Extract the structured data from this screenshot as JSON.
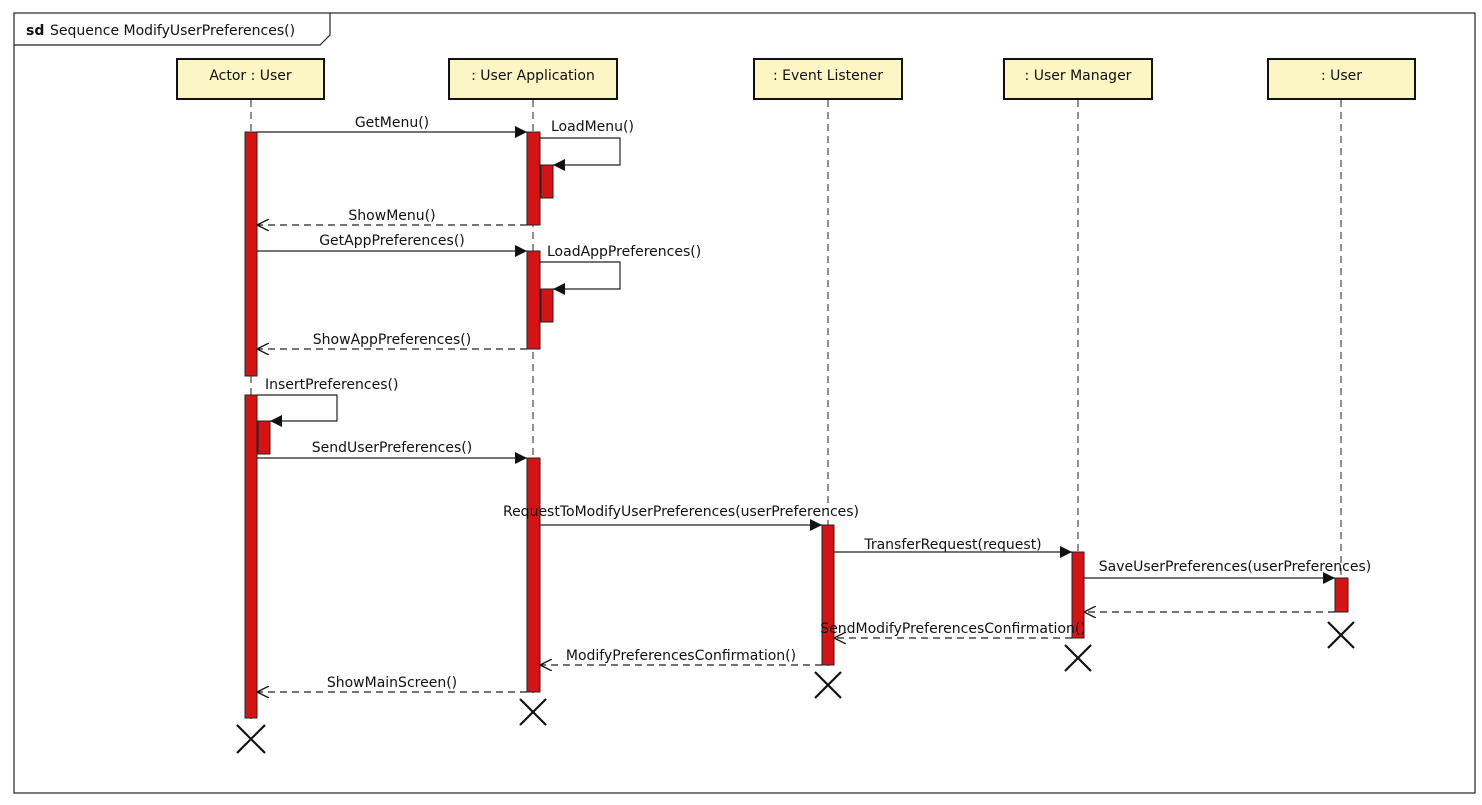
{
  "frame": {
    "keyword": "sd",
    "title": "Sequence ModifyUserPreferences()"
  },
  "lifelines": [
    {
      "id": "actor",
      "label": "Actor : User"
    },
    {
      "id": "app",
      "label": ": User Application"
    },
    {
      "id": "listener",
      "label": ": Event Listener"
    },
    {
      "id": "manager",
      "label": ": User Manager"
    },
    {
      "id": "user",
      "label": ": User"
    }
  ],
  "messages": [
    {
      "id": "m1",
      "label": "GetMenu()",
      "kind": "sync"
    },
    {
      "id": "m2",
      "label": "LoadMenu()",
      "kind": "self"
    },
    {
      "id": "m3",
      "label": "ShowMenu()",
      "kind": "return"
    },
    {
      "id": "m4",
      "label": "GetAppPreferences()",
      "kind": "sync"
    },
    {
      "id": "m5",
      "label": "LoadAppPreferences()",
      "kind": "self"
    },
    {
      "id": "m6",
      "label": "ShowAppPreferences()",
      "kind": "return"
    },
    {
      "id": "m7",
      "label": "InsertPreferences()",
      "kind": "self"
    },
    {
      "id": "m8",
      "label": "SendUserPreferences()",
      "kind": "sync"
    },
    {
      "id": "m9",
      "label": "RequestToModifyUserPreferences(userPreferences)",
      "kind": "sync"
    },
    {
      "id": "m10",
      "label": "TransferRequest(request)",
      "kind": "sync"
    },
    {
      "id": "m11",
      "label": "SaveUserPreferences(userPreferences)",
      "kind": "sync"
    },
    {
      "id": "m12",
      "label": "",
      "kind": "return"
    },
    {
      "id": "m13",
      "label": "SendModifyPreferencesConfirmation()",
      "kind": "return"
    },
    {
      "id": "m14",
      "label": "ModifyPreferencesConfirmation()",
      "kind": "return"
    },
    {
      "id": "m15",
      "label": "ShowMainScreen()",
      "kind": "return"
    }
  ],
  "colors": {
    "activation": "#d41414",
    "lifeline_head": "#fbf6c4",
    "line": "#222222"
  }
}
